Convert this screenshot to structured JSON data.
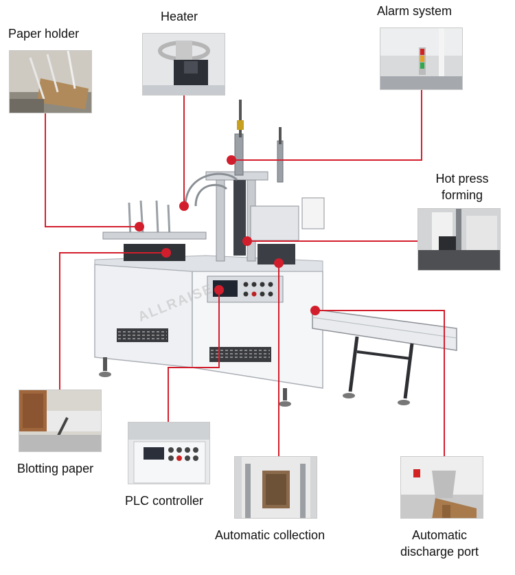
{
  "labels": {
    "paper_holder": "Paper holder",
    "heater": "Heater",
    "alarm_system": "Alarm system",
    "hot_press_line1": "Hot press",
    "hot_press_line2": "forming",
    "blotting_paper": "Blotting paper",
    "plc_controller": "PLC controller",
    "automatic_collection": "Automatic collection",
    "discharge_line1": "Automatic",
    "discharge_line2": "discharge port"
  },
  "watermark": "ALLRAISE",
  "colors": {
    "connector": "#d21e2c",
    "machine_body": "#eef0f3",
    "machine_frame": "#a9adb3"
  }
}
